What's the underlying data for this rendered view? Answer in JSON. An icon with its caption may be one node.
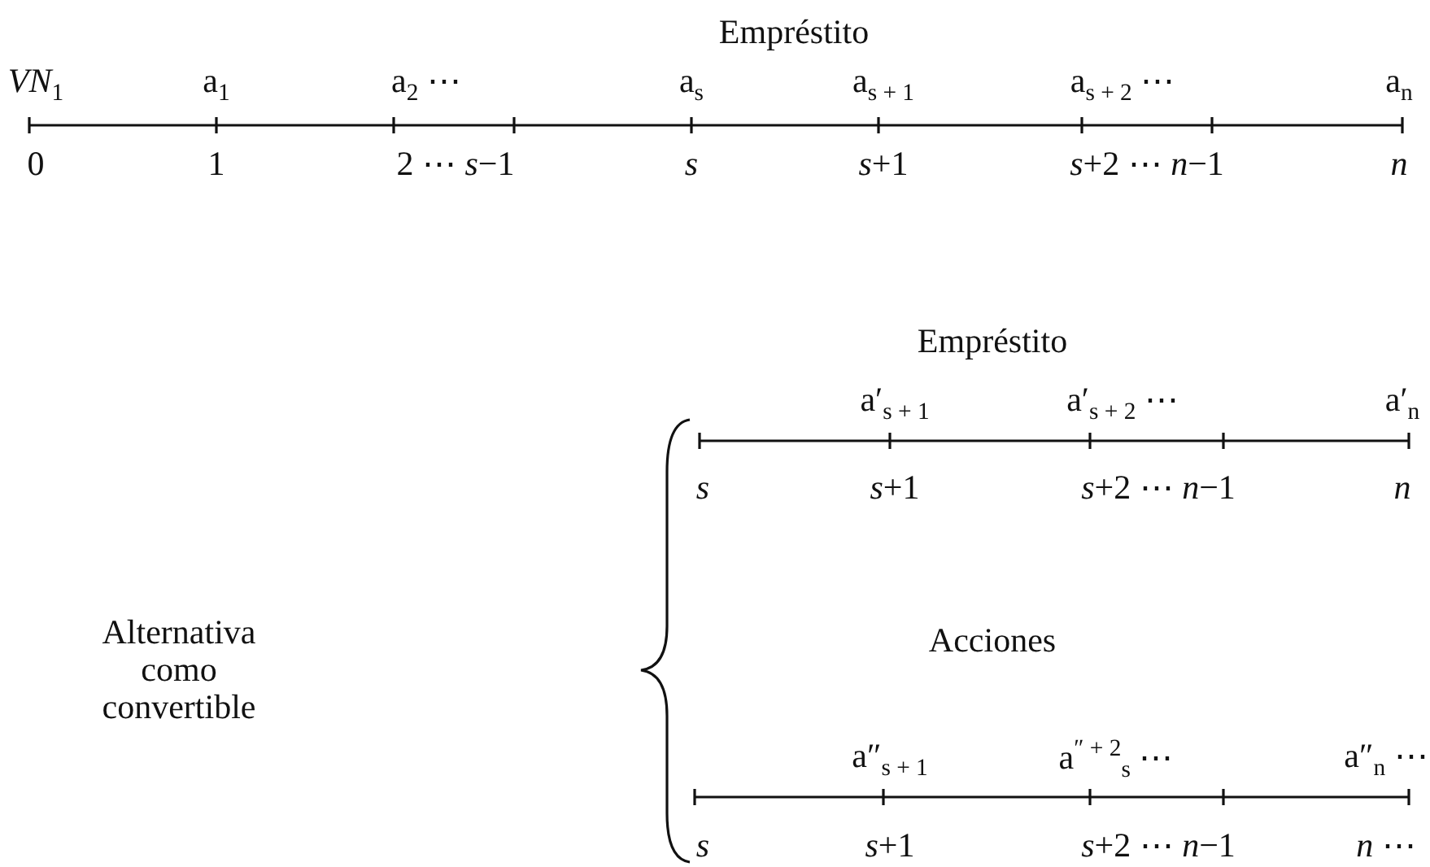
{
  "diagram": {
    "labels": [
      "Empréstito",
      "*VN*$_{1}$",
      "a$_{1}$",
      "a$_{2}$ ⋯",
      "a$_{s}$",
      "a$_{s + 1}$",
      "a$_{s + 2}$ ⋯",
      "a$_{n}$",
      "0",
      "1",
      "2 ⋯ *s*−1",
      "*s*",
      "*s*+1",
      "*s*+2 ⋯ *n*−1",
      "*n*",
      "Empréstito",
      "a′$_{s + 1}$",
      "a′$_{s + 2}$ ⋯",
      "a′$_{n}$",
      "*s*",
      "*s*+1",
      "*s*+2 ⋯ *n*−1",
      "*n*",
      "Alternativa como convertible",
      "Acciones",
      "a″$_{s + 1}$",
      "a$^{″ + 2}$$_{s}$ ⋯",
      "a″$_{n}$ ⋯",
      "*s*",
      "*s*+1",
      "*s*+2 ⋯ *n*−1",
      "*n* ⋯"
    ]
  }
}
